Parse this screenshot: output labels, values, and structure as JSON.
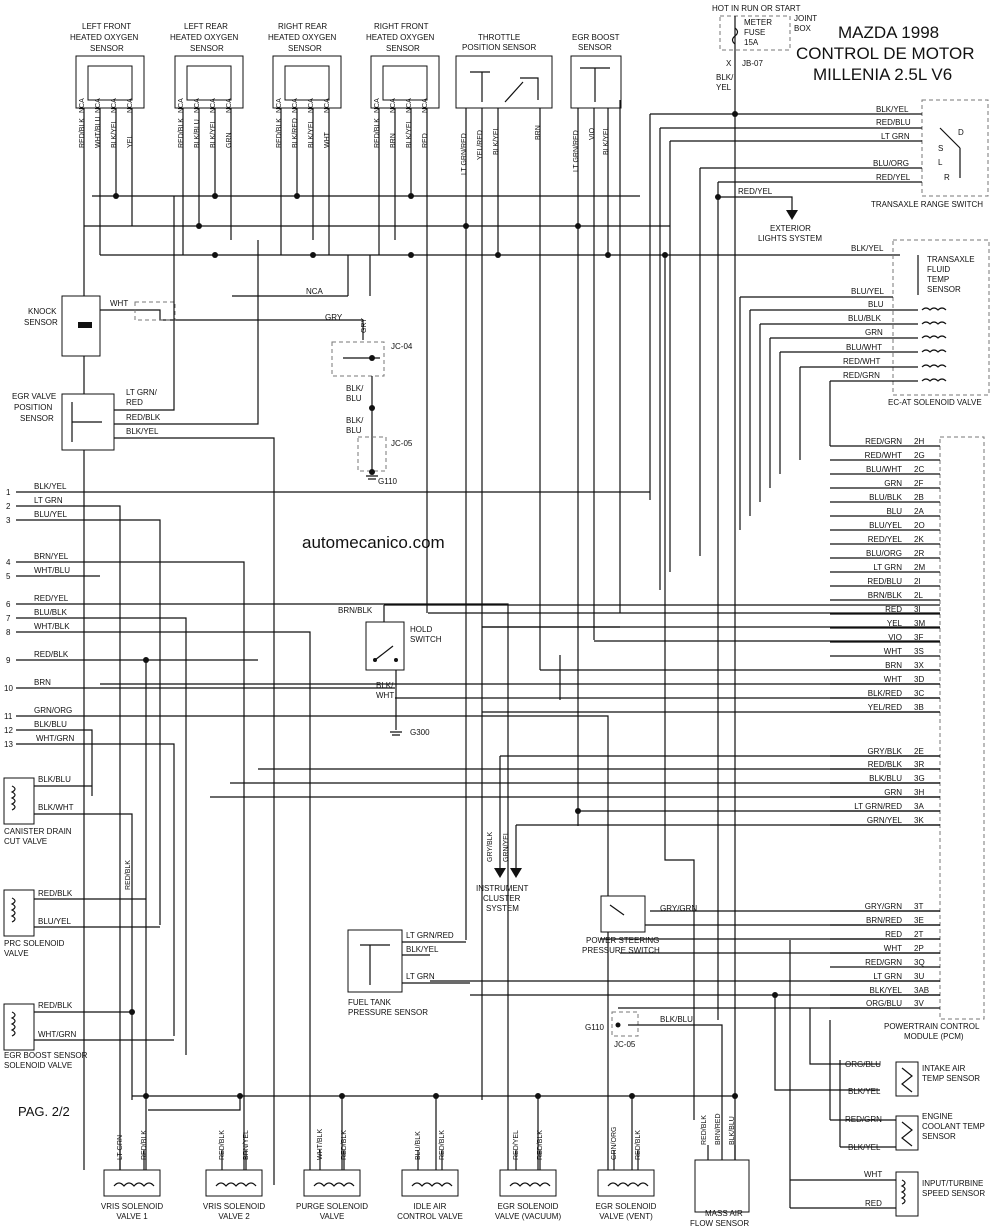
{
  "header": {
    "title_line1": "MAZDA 1998",
    "title_line2": "CONTROL DE MOTOR",
    "title_line3": "MILLENIA 2.5L V6",
    "watermark": "automecanico.com",
    "page": "PAG. 2/2"
  },
  "fuse": {
    "hot": "HOT IN RUN OR START",
    "name1": "METER",
    "name2": "FUSE",
    "rating": "15A",
    "box1": "JOINT",
    "box2": "BOX",
    "term": "X",
    "jb": "JB-07",
    "w1": "BLK/",
    "w2": "YEL"
  },
  "sensors": [
    {
      "n1": "LEFT FRONT",
      "n2": "HEATED OXYGEN",
      "n3": "SENSOR",
      "pins": [
        "NCA",
        "NCA",
        "NCA",
        "NCA"
      ],
      "wires": [
        "RED/BLK",
        "WHT/BLU",
        "BLK/YEL",
        "YEL"
      ]
    },
    {
      "n1": "LEFT REAR",
      "n2": "HEATED OXYGEN",
      "n3": "SENSOR",
      "pins": [
        "NCA",
        "NCA",
        "NCA",
        "NCA"
      ],
      "wires": [
        "RED/BLK",
        "BLK/BLU",
        "BLK/YEL",
        "GRN"
      ]
    },
    {
      "n1": "RIGHT REAR",
      "n2": "HEATED OXYGEN",
      "n3": "SENSOR",
      "pins": [
        "NCA",
        "NCA",
        "NCA",
        "NCA"
      ],
      "wires": [
        "RED/BLK",
        "BLK/RED",
        "BLK/YEL",
        "WHT"
      ]
    },
    {
      "n1": "RIGHT FRONT",
      "n2": "HEATED OXYGEN",
      "n3": "SENSOR",
      "pins": [
        "NCA",
        "NCA",
        "NCA",
        "NCA"
      ],
      "wires": [
        "RED/BLK",
        "BRN",
        "BLK/YEL",
        "RED"
      ]
    }
  ],
  "throttle": {
    "n1": "THROTTLE",
    "n2": "POSITION SENSOR",
    "wires": [
      "LT GRN/RED",
      "YEL/RED",
      "BLK/YEL",
      "BRN"
    ]
  },
  "egr_boost": {
    "n1": "EGR BOOST",
    "n2": "SENSOR",
    "wires": [
      "LT GRN/RED",
      "VIO",
      "BLK/YEL"
    ]
  },
  "trs": {
    "name": "TRANSAXLE RANGE SWITCH",
    "wires": [
      "BLK/YEL",
      "RED/BLU",
      "LT GRN",
      "BLU/ORG",
      "RED/YEL"
    ],
    "positions": [
      "D",
      "S",
      "L",
      "R"
    ],
    "redyel": "RED/YEL",
    "ext1": "EXTERIOR",
    "ext2": "LIGHTS SYSTEM"
  },
  "tft": {
    "n1": "TRANSAXLE",
    "n2": "FLUID",
    "n3": "TEMP",
    "n4": "SENSOR",
    "w1": "BLK/YEL",
    "w2": "BLU/YEL"
  },
  "ecat": {
    "name": "EC-AT SOLENOID VALVE",
    "wires": [
      "BLU",
      "BLU/BLK",
      "GRN",
      "BLU/WHT",
      "RED/WHT",
      "RED/GRN"
    ]
  },
  "knock": {
    "n1": "KNOCK",
    "n2": "SENSOR",
    "wht": "WHT",
    "gry": "GRY",
    "gry2": "GRY",
    "nca": "NCA"
  },
  "jc04": "JC-04",
  "jc05": "JC-05",
  "g110": "G110",
  "jcw": [
    "BLK/",
    "BLU",
    "BLK/",
    "BLU"
  ],
  "egrpos": {
    "n1": "EGR VALVE",
    "n2": "POSITION",
    "n3": "SENSOR",
    "w1a": "LT GRN/",
    "w1b": "RED",
    "w2": "RED/BLK",
    "w3": "BLK/YEL"
  },
  "left_rows": [
    {
      "num": "1",
      "wire": "BLK/YEL"
    },
    {
      "num": "2",
      "wire": "LT GRN"
    },
    {
      "num": "3",
      "wire": "BLU/YEL"
    },
    {
      "num": "4",
      "wire": "BRN/YEL"
    },
    {
      "num": "5",
      "wire": "WHT/BLU"
    },
    {
      "num": "6",
      "wire": "RED/YEL"
    },
    {
      "num": "7",
      "wire": "BLU/BLK"
    },
    {
      "num": "8",
      "wire": "WHT/BLK"
    },
    {
      "num": "9",
      "wire": "RED/BLK"
    },
    {
      "num": "10",
      "wire": "BRN"
    },
    {
      "num": "11",
      "wire": "GRN/ORG"
    },
    {
      "num": "12",
      "wire": "BLK/BLU"
    },
    {
      "num": "13",
      "wire": "WHT/GRN"
    }
  ],
  "pcm_rows": [
    {
      "wire": "RED/GRN",
      "pin": "2H"
    },
    {
      "wire": "RED/WHT",
      "pin": "2G"
    },
    {
      "wire": "BLU/WHT",
      "pin": "2C"
    },
    {
      "wire": "GRN",
      "pin": "2F"
    },
    {
      "wire": "BLU/BLK",
      "pin": "2B"
    },
    {
      "wire": "BLU",
      "pin": "2A"
    },
    {
      "wire": "BLU/YEL",
      "pin": "2O"
    },
    {
      "wire": "RED/YEL",
      "pin": "2K"
    },
    {
      "wire": "BLU/ORG",
      "pin": "2R"
    },
    {
      "wire": "LT GRN",
      "pin": "2M"
    },
    {
      "wire": "RED/BLU",
      "pin": "2I"
    },
    {
      "wire": "BRN/BLK",
      "pin": "2L"
    },
    {
      "wire": "RED",
      "pin": "3I"
    },
    {
      "wire": "YEL",
      "pin": "3M"
    },
    {
      "wire": "VIO",
      "pin": "3F"
    },
    {
      "wire": "WHT",
      "pin": "3S"
    },
    {
      "wire": "BRN",
      "pin": "3X"
    },
    {
      "wire": "WHT",
      "pin": "3D"
    },
    {
      "wire": "BLK/RED",
      "pin": "3C"
    },
    {
      "wire": "YEL/RED",
      "pin": "3B"
    },
    {
      "wire": "GRY/BLK",
      "pin": "2E"
    },
    {
      "wire": "RED/BLK",
      "pin": "3R"
    },
    {
      "wire": "BLK/BLU",
      "pin": "3G"
    },
    {
      "wire": "GRN",
      "pin": "3H"
    },
    {
      "wire": "LT GRN/RED",
      "pin": "3A"
    },
    {
      "wire": "GRN/YEL",
      "pin": "3K"
    },
    {
      "wire": "GRY/GRN",
      "pin": "3T"
    },
    {
      "wire": "BRN/RED",
      "pin": "3E"
    },
    {
      "wire": "RED",
      "pin": "2T"
    },
    {
      "wire": "WHT",
      "pin": "2P"
    },
    {
      "wire": "RED/GRN",
      "pin": "3Q"
    },
    {
      "wire": "LT GRN",
      "pin": "3U"
    },
    {
      "wire": "BLK/YEL",
      "pin": "3AB"
    },
    {
      "wire": "ORG/BLU",
      "pin": "3V"
    }
  ],
  "pcm_name": [
    "POWERTRAIN CONTROL",
    "MODULE (PCM)"
  ],
  "hold": {
    "n1": "HOLD",
    "n2": "SWITCH",
    "top": "BRN/BLK",
    "b1": "BLK/",
    "b2": "WHT",
    "gnd": "G300"
  },
  "cluster": {
    "n1": "INSTRUMENT",
    "n2": "CLUSTER",
    "n3": "SYSTEM",
    "w1": "GRY/BLK",
    "w2": "GRN/YEL"
  },
  "pss": {
    "n1": "POWER STEERING",
    "n2": "PRESSURE SWITCH",
    "wire": "GRY/GRN"
  },
  "ftps": {
    "n1": "FUEL TANK",
    "n2": "PRESSURE SENSOR",
    "wires": [
      "LT GRN/RED",
      "BLK/YEL",
      "LT GRN"
    ]
  },
  "g110b": {
    "g": "G110",
    "jc": "JC-05",
    "w": "BLK/BLU"
  },
  "iat": {
    "n1": "INTAKE AIR",
    "n2": "TEMP SENSOR",
    "w1": "ORG/BLU",
    "w2": "BLK/YEL"
  },
  "ect": {
    "n1": "ENGINE",
    "n2": "COOLANT TEMP",
    "n3": "SENSOR",
    "w1": "RED/GRN",
    "w2": "BLK/YEL"
  },
  "iss": {
    "n1": "INPUT/TURBINE",
    "n2": "SPEED SENSOR",
    "w1": "WHT",
    "w2": "RED"
  },
  "canister": {
    "n1": "CANISTER DRAIN",
    "n2": "CUT VALVE",
    "w1": "BLK/BLU",
    "w2": "BLK/WHT",
    "w3": "RED/BLK"
  },
  "prc": {
    "n1": "PRC SOLENOID",
    "n2": "VALVE",
    "w1": "RED/BLK",
    "w2": "BLU/YEL"
  },
  "egrbs": {
    "n1": "EGR BOOST SENSOR",
    "n2": "SOLENOID VALVE",
    "w1": "RED/BLK",
    "w2": "WHT/GRN"
  },
  "bottom_valves": [
    {
      "n1": "VRIS SOLENOID",
      "n2": "VALVE 1",
      "w": [
        "LT GRN",
        "RED/BLK"
      ]
    },
    {
      "n1": "VRIS SOLENOID",
      "n2": "VALVE 2",
      "w": [
        "RED/BLK",
        "BRN/YEL"
      ]
    },
    {
      "n1": "PURGE SOLENOID",
      "n2": "VALVE",
      "w": [
        "WHT/BLK",
        "RED/BLK"
      ]
    },
    {
      "n1": "IDLE AIR",
      "n2": "CONTROL VALVE",
      "w": [
        "BLU/BLK",
        "RED/BLK"
      ]
    },
    {
      "n1": "EGR SOLENOID",
      "n2": "VALVE (VACUUM)",
      "w": [
        "RED/YEL",
        "RED/BLK"
      ]
    },
    {
      "n1": "EGR SOLENOID",
      "n2": "VALVE (VENT)",
      "w": [
        "GRN/ORG",
        "RED/BLK"
      ]
    }
  ],
  "maf": {
    "n1": "MASS AIR",
    "n2": "FLOW SENSOR",
    "w": [
      "RED/BLK",
      "BRN/RED",
      "BLK/BLU"
    ]
  }
}
